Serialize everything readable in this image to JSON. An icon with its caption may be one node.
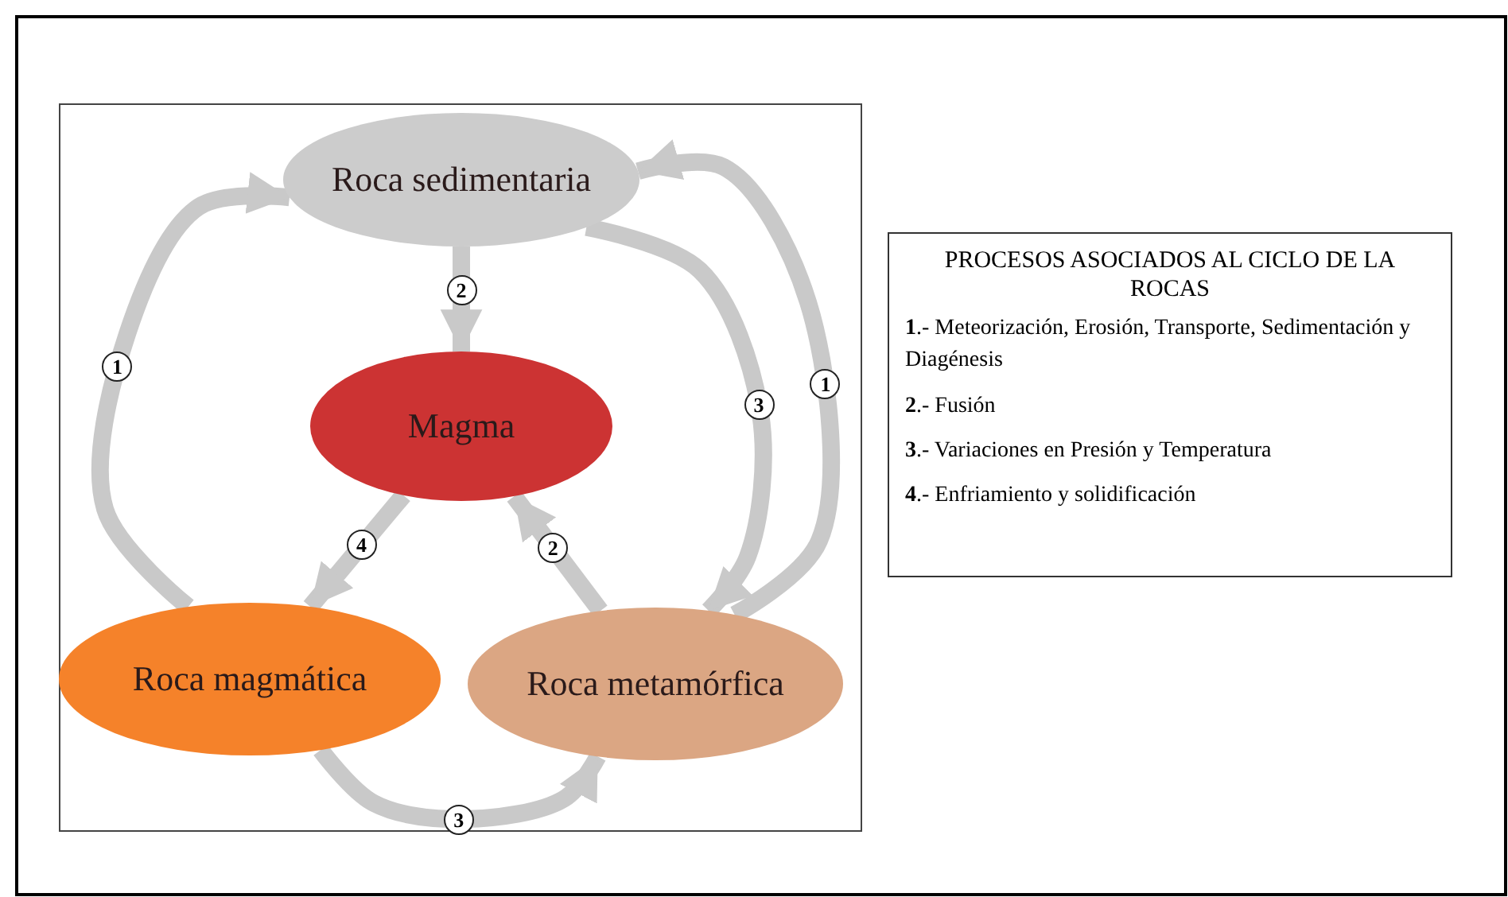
{
  "diagram": {
    "nodes": [
      {
        "text": [
          "Roca sedimentaria"
        ]
      },
      {
        "text": [
          "Magma"
        ]
      },
      {
        "text": [
          "Roca magmática"
        ]
      },
      {
        "text": [
          "Roca metamórfica"
        ]
      },
      {
        "text": [
          "PROCESOS ASOCIADOS AL CICLO DE LA ROCAS",
          "**1**.- Meteorización, Erosión, Transporte, Sedimentación y Diagénesis",
          "**2**.- Fusión",
          "**3**.- Variaciones en Presión y Temperatura",
          "**4**.- Enfriamiento y solidificación"
        ]
      }
    ],
    "edges": [
      {
        "from": 2,
        "to": 0,
        "arrow": "to",
        "label": "1"
      },
      {
        "from": 0,
        "to": 1,
        "arrow": "to",
        "label": "2"
      },
      {
        "from": 0,
        "to": 3,
        "arrow": "to",
        "label": "3"
      },
      {
        "from": 3,
        "to": 0,
        "arrow": "to",
        "label": "1"
      },
      {
        "from": 1,
        "to": 2,
        "arrow": "to",
        "label": "4"
      },
      {
        "from": 3,
        "to": 1,
        "arrow": "to",
        "label": "2"
      },
      {
        "from": 2,
        "to": 3,
        "arrow": "to",
        "label": "3"
      }
    ]
  }
}
